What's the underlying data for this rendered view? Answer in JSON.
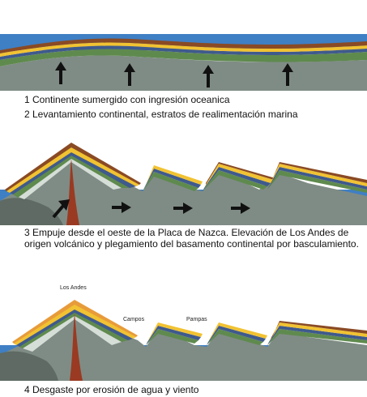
{
  "stages": [
    {
      "caption": "1 Continente sumergido con ingresión oceanica"
    },
    {
      "caption": "2 Levantamiento continental, estratos de realimentación marina"
    },
    {
      "caption": "3 Empuje desde el oeste de la Placa de Nazca. Elevación de Los Andes de origen volcánico y plegamiento del basamento continental por basculamiento."
    },
    {
      "caption": "4 Desgaste por erosión de agua y viento"
    }
  ],
  "labels": {
    "andes": "Los Andes",
    "campos": "Campos",
    "pampas": "Pampas"
  },
  "colors": {
    "ocean": "#3f7fc4",
    "basement": "#7f8c85",
    "basement_dark": "#5e6a63",
    "layer_green": "#5f8a4e",
    "layer_blue": "#3f5a8c",
    "layer_yellow": "#f1c232",
    "layer_orange": "#e89b3a",
    "layer_brown": "#8a4a24",
    "magma": "#9a3a22",
    "pale": "#d6ded8"
  }
}
